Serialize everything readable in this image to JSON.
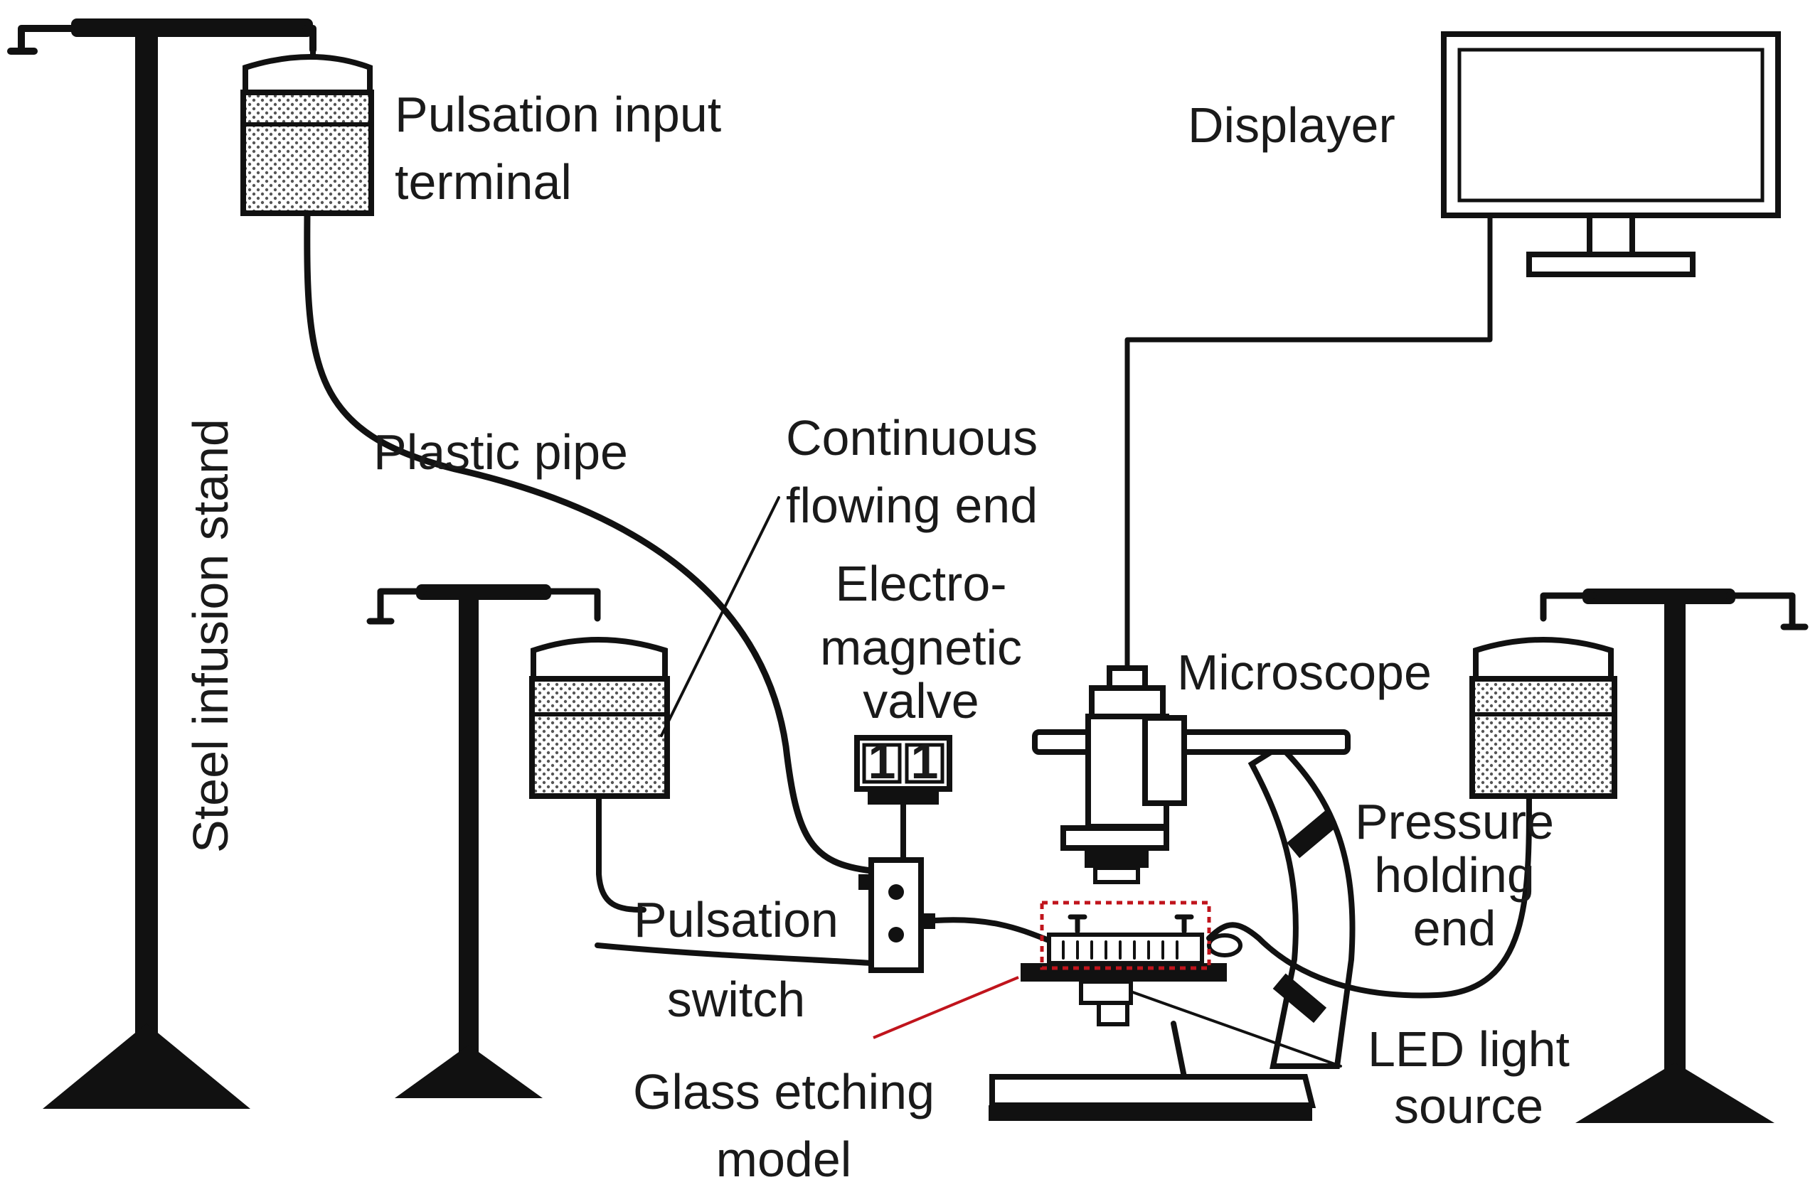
{
  "labels": {
    "pulsation_input_terminal": [
      "Pulsation input",
      "terminal"
    ],
    "displayer": "Displayer",
    "steel_infusion_stand": "Steel infusion stand",
    "plastic_pipe": "Plastic pipe",
    "continuous_flowing_end": [
      "Continuous",
      "flowing end"
    ],
    "electromagnetic_valve": [
      "Electro-",
      "magnetic",
      "valve"
    ],
    "microscope": "Microscope",
    "pressure_holding_end": [
      "Pressure",
      "holding",
      "end"
    ],
    "pulsation_switch": [
      "Pulsation",
      "switch"
    ],
    "glass_etching_model": [
      "Glass etching",
      "model"
    ],
    "led_light_source": [
      "LED light",
      "source"
    ],
    "valve_digits": [
      "1",
      "1"
    ]
  },
  "colors": {
    "line": "#111111",
    "highlight_box": "#c0141c",
    "pointer_line": "#c0141c"
  }
}
